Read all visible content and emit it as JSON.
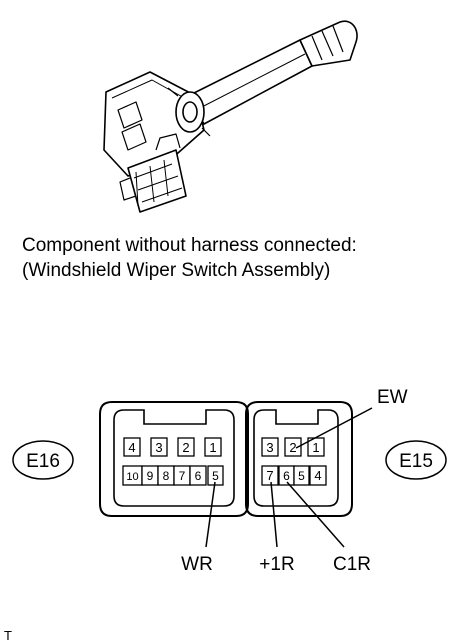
{
  "caption": {
    "line1": "Component without harness connected:",
    "line2": "(Windshield Wiper Switch Assembly)"
  },
  "connector_e16": {
    "id": "E16",
    "top_row": [
      "4",
      "3",
      "2",
      "1"
    ],
    "bottom_row": [
      "10",
      "9",
      "8",
      "7",
      "6",
      "5"
    ]
  },
  "connector_e15": {
    "id": "E15",
    "top_row": [
      "3",
      "2",
      "1"
    ],
    "bottom_row": [
      "7",
      "6",
      "5",
      "4"
    ]
  },
  "terminal_labels": {
    "ew": "EW",
    "wr": "WR",
    "plus1r": "+1R",
    "c1r": "C1R"
  },
  "footer_mark": "T"
}
